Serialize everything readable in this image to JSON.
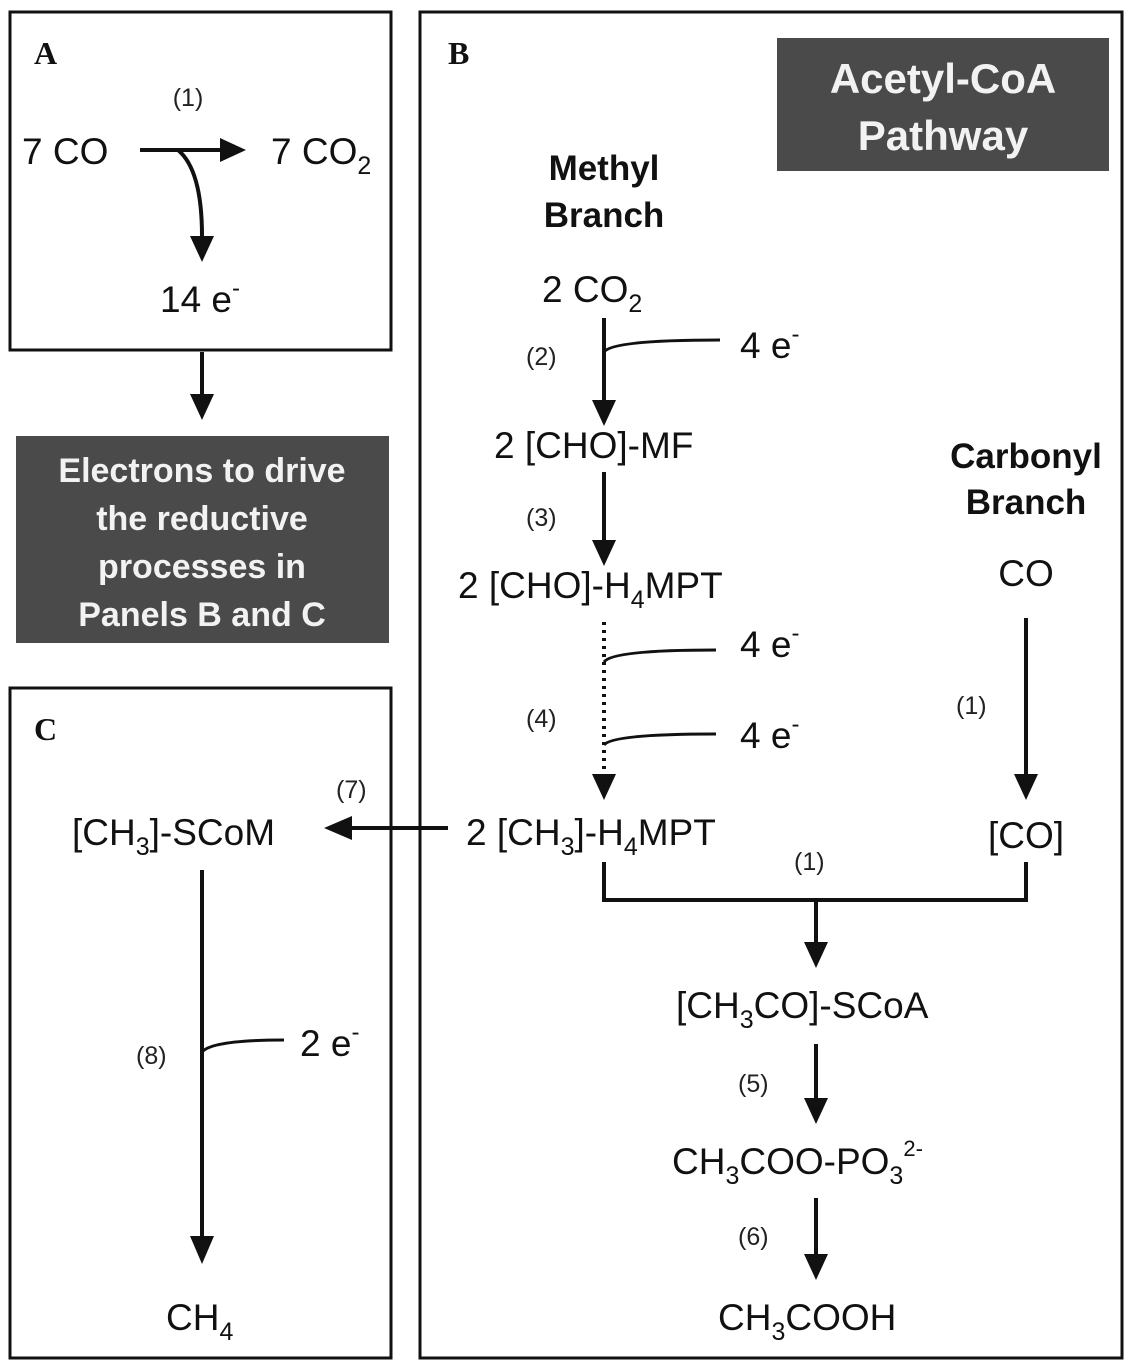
{
  "panels": {
    "a": "A",
    "b": "B",
    "c": "C"
  },
  "pathway_title": {
    "line1": "Acetyl-CoA",
    "line2": "Pathway"
  },
  "electron_box": {
    "line1": "Electrons to drive",
    "line2": "the reductive",
    "line3": "processes in",
    "line4": "Panels B and C"
  },
  "branches": {
    "methyl": {
      "line1": "Methyl",
      "line2": "Branch"
    },
    "carbonyl": {
      "line1": "Carbonyl",
      "line2": "Branch"
    }
  },
  "species": {
    "co_7": "7 CO",
    "co2_7_main": "7 CO",
    "co2_7_sub": "2",
    "e14_main": "14 e",
    "e14_sup": "-",
    "co2_2_main": "2 CO",
    "co2_2_sub": "2",
    "cho_mf": "2 [CHO]-MF",
    "cho_h4mpt_a": "2 [CHO]-H",
    "cho_h4mpt_sub": "4",
    "cho_h4mpt_b": "MPT",
    "ch3_h4mpt_a": "2 [CH",
    "ch3_h4mpt_sub1": "3",
    "ch3_h4mpt_b": "]-H",
    "ch3_h4mpt_sub2": "4",
    "ch3_h4mpt_c": "MPT",
    "co": "CO",
    "co_bound": "[CO]",
    "ch3_scom_a": "[CH",
    "ch3_scom_sub": "3",
    "ch3_scom_b": "]-SCoM",
    "acetyl_scoa_a": "[CH",
    "acetyl_scoa_sub": "3",
    "acetyl_scoa_b": "CO]-SCoA",
    "acetyl_p_a": "CH",
    "acetyl_p_sub1": "3",
    "acetyl_p_b": "COO-PO",
    "acetyl_p_sub2": "3",
    "acetyl_p_sup": "2-",
    "acetate_a": "CH",
    "acetate_sub": "3",
    "acetate_b": "COOH",
    "ch4_a": "CH",
    "ch4_sub": "4"
  },
  "electrons": {
    "e4": "4 e",
    "e2": "2 e",
    "sup": "-"
  },
  "steps": {
    "s1": "(1)",
    "s2": "(2)",
    "s3": "(3)",
    "s4": "(4)",
    "s5": "(5)",
    "s6": "(6)",
    "s7": "(7)",
    "s8": "(8)"
  },
  "colors": {
    "box_fill": "#4a4a4a",
    "line": "#111111",
    "background": "#ffffff"
  }
}
